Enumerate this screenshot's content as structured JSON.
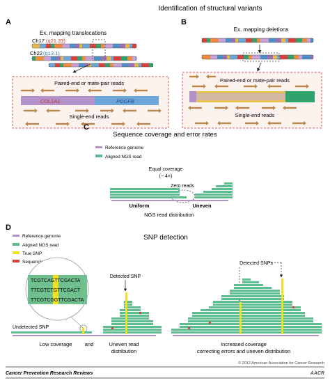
{
  "panel_ab": {
    "title": "Identification of structural variants",
    "a": {
      "letter": "A",
      "subtitle": "Ex. mapping translocations",
      "ch17_name": "Ch17",
      "ch17_band": "(q21.33)",
      "ch22_name": "Ch22",
      "ch22_band": "(q13.1)",
      "paired_label": "Paired-end or mate-pair reads",
      "gene1": "COL1A1",
      "gene2": "PDGFB",
      "single_label": "Single-end reads"
    },
    "b": {
      "letter": "B",
      "subtitle": "Ex. mapping deletions",
      "paired_label": "Paired-end or mate-pair reads",
      "single_label": "Single-end reads"
    }
  },
  "panel_c": {
    "letter": "C",
    "title": "Sequence coverage and error rates",
    "legend": [
      "Reference genome",
      "Aligned NGS read"
    ],
    "equal_coverage": "Equal coverage",
    "equal_coverage_sub": "(~ 4×)",
    "zero_reads": "Zero reads",
    "uniform": "Uniform",
    "uneven": "Uneven",
    "distribution": "NGS read distribution"
  },
  "panel_d": {
    "letter": "D",
    "title": "SNP detection",
    "legend": [
      "Reference genome",
      "Aligned NGS read",
      "True SNP",
      "Sequencing error"
    ],
    "seq_rows": [
      "TCGTCAGTTCGACTA",
      "TTCGTCTGTTCGACT",
      "TTCGTCGGTTCGACTA"
    ],
    "detected_snp": "Detected SNP",
    "detected_snps": "Detected SNPs",
    "undetected_snp": "Undetected SNP",
    "low_coverage": "Low coverage",
    "and": "and",
    "uneven_read": "Uneven read",
    "distribution": "distribution",
    "increased": "Increased coverage",
    "correcting": "correcting errors and uneven distribution"
  },
  "footer": {
    "journal": "Cancer Prevention Research Reviews",
    "logo": "AACR",
    "copyright": "© 2012 American Association for Cancer Research"
  },
  "colors": {
    "read_green": "#5dbb8e",
    "reference_purple": "#b391c9",
    "snp_yellow": "#f2e324",
    "error_red": "#d9403a",
    "arrow_brown": "#b8864b",
    "box_border": "#d0605a"
  }
}
